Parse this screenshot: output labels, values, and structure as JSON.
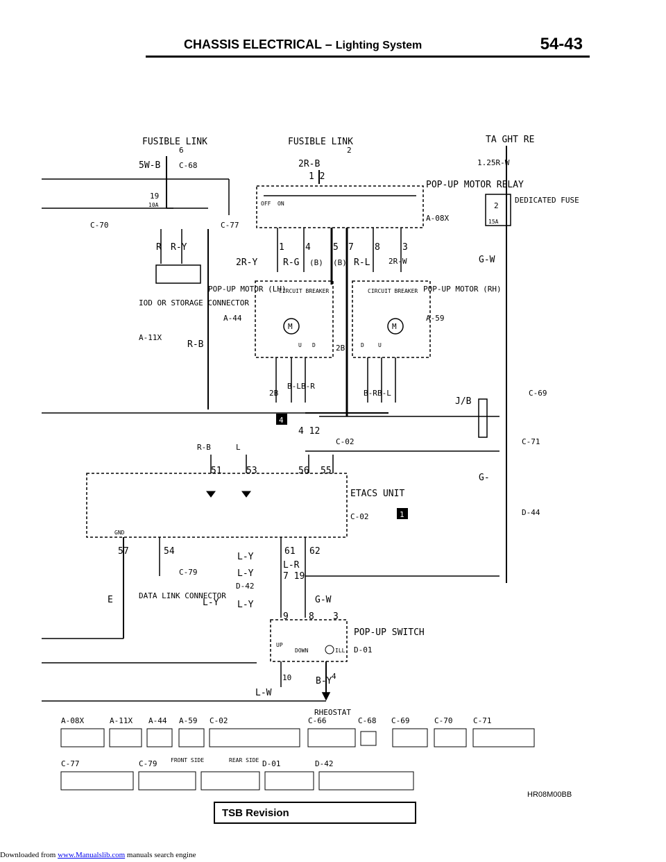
{
  "header": {
    "section": "CHASSIS ELECTRICAL",
    "dash": "–",
    "subsection": "Lighting System",
    "page": "54-43"
  },
  "labels": {
    "fusible_link_6": "FUSIBLE LINK",
    "fusible_link_6_num": "6",
    "wire_5wb": "5W-B",
    "c68": "C-68",
    "fuse19": "19",
    "fuse19_amp": "10A",
    "c70": "C-70",
    "c77": "C-77",
    "fusible_link_2": "FUSIBLE LINK",
    "fusible_link_2_num": "2",
    "wire_2rb": "2R-B",
    "pin_1_2": "1 2",
    "taillight_relay": "TA  GHT RE",
    "wire_125rw": "1.25R-W",
    "popup_relay": "POP-UP MOTOR RELAY",
    "a08x": "A-08X",
    "dedicated_fuse": "DEDICATED FUSE",
    "fuse2": "2",
    "fuse2_amp": "15A",
    "wire_gw": "G-W",
    "relay_off": "OFF",
    "relay_on": "ON",
    "pins_top": [
      "1",
      "4",
      "5",
      "7",
      "8",
      "3"
    ],
    "wire_2ry": "2R-Y",
    "wire_rg": "R-G",
    "wire_b1": "(B)",
    "wire_b2": "(B)",
    "wire_rl": "R-L",
    "wire_2rw": "2R-W",
    "pin_r": "R",
    "wire_ry": "R-Y",
    "storage_conn": "IOD OR STORAGE CONNECTOR",
    "a11x": "A-11X",
    "wire_rb": "R-B",
    "motor_lh": "POP-UP MOTOR (LH)",
    "a44": "A-44",
    "motor_rh": "POP-UP MOTOR (RH)",
    "a59": "A-59",
    "circuit_breaker": "CIRCUIT BREAKER",
    "motor_m": "M",
    "motor_u": "U",
    "motor_d": "D",
    "wire_2b": "2B",
    "wire_bl": "B-L",
    "wire_br": "B-R",
    "wire_2b_2": "2B",
    "jb": "J/B",
    "c69": "C-69",
    "c71": "C-71",
    "wire_g": "G-",
    "d44": "D-44",
    "pin_4_12": "4 12",
    "c02": "C-02",
    "wire_rb2": "R-B",
    "wire_l": "L",
    "etacs_unit": "ETACS UNIT",
    "c02_2": "C-02",
    "pins_etacs": [
      "51",
      "53",
      "56",
      "55"
    ],
    "gnd": "GND",
    "pins_bottom": [
      "57",
      "54",
      "61",
      "62"
    ],
    "c79": "C-79",
    "data_link": "DATA LINK CONNECTOR",
    "wire_ly": "L-Y",
    "wire_lr": "L-R",
    "d42": "D-42",
    "pin_7_19": "7 19",
    "wire_gw2": "G-W",
    "pins_switch": [
      "9",
      "8",
      "3"
    ],
    "popup_switch": "POP-UP SWITCH",
    "d01": "D-01",
    "switch_up": "UP",
    "switch_down": "DOWN",
    "switch_ill": "ILL",
    "wire_lw": "L-W",
    "wire_by": "B-Y",
    "pin_10": "10",
    "pin_4": "4",
    "rheostat": "RHEOSTAT",
    "wire_e": "E",
    "step_4": "4",
    "step_1": "1"
  },
  "connector_key": {
    "row1": [
      "A-08X",
      "A-11X",
      "A-44",
      "A-59",
      "C-02",
      "C-66",
      "C-68",
      "C-69",
      "C-70",
      "C-71"
    ],
    "row2": [
      "C-77",
      "C-79",
      "FRONT SIDE",
      "REAR SIDE",
      "D-01",
      "D-42"
    ],
    "code": "HR08M00BB"
  },
  "tsb": "TSB Revision",
  "footer": {
    "prefix": "Downloaded from",
    "link": "www.Manualslib.com",
    "suffix": "manuals search engine"
  }
}
